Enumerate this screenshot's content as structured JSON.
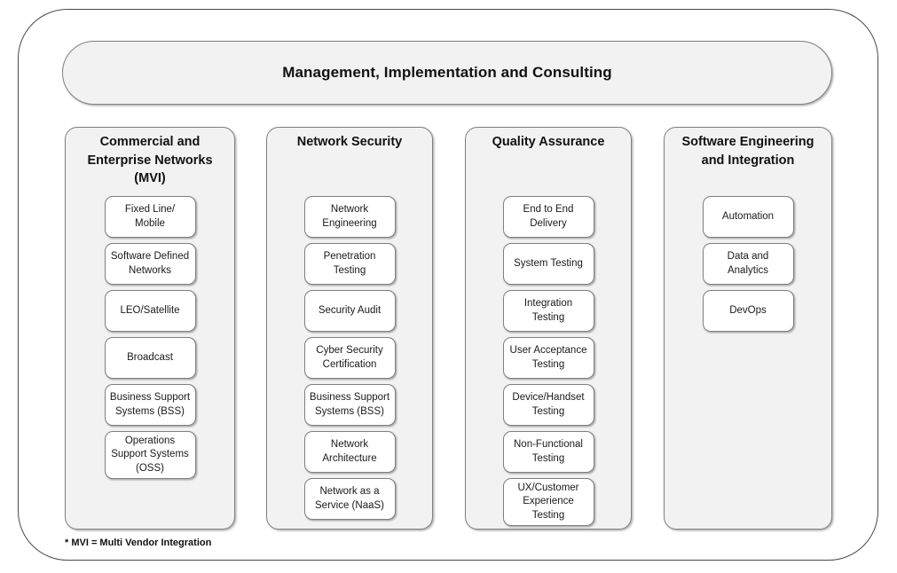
{
  "banner": {
    "title": "Management, Implementation and Consulting"
  },
  "footnote": {
    "text": "* MVI = Multi Vendor Integration"
  },
  "colors": {
    "frame_border": "#4a4a4a",
    "panel_border": "#7f7f7f",
    "panel_fill": "#f2f2f2",
    "card_fill": "#ffffff",
    "text": "#111111",
    "page_background": "#ffffff"
  },
  "columns": [
    {
      "title": "Commercial and Enterprise Networks (MVI)",
      "cards": [
        {
          "label": "Fixed Line/ Mobile"
        },
        {
          "label": "Software Defined Networks"
        },
        {
          "label": "LEO/Satellite"
        },
        {
          "label": "Broadcast"
        },
        {
          "label": "Business Support Systems (BSS)"
        },
        {
          "label": "Operations Support Systems (OSS)",
          "tall": true
        }
      ]
    },
    {
      "title": "Network Security",
      "cards": [
        {
          "label": "Network Engineering"
        },
        {
          "label": "Penetration Testing"
        },
        {
          "label": "Security Audit"
        },
        {
          "label": "Cyber Security Certification"
        },
        {
          "label": "Business Support Systems (BSS)"
        },
        {
          "label": "Network Architecture"
        },
        {
          "label": "Network as a Service (NaaS)"
        }
      ]
    },
    {
      "title": "Quality Assurance",
      "cards": [
        {
          "label": "End to End Delivery"
        },
        {
          "label": "System Testing"
        },
        {
          "label": "Integration Testing"
        },
        {
          "label": "User Acceptance Testing"
        },
        {
          "label": "Device/Handset Testing"
        },
        {
          "label": "Non-Functional Testing"
        },
        {
          "label": "UX/Customer Experience Testing",
          "tall": true
        }
      ]
    },
    {
      "title": "Software Engineering and Integration",
      "cards": [
        {
          "label": "Automation"
        },
        {
          "label": "Data and Analytics"
        },
        {
          "label": "DevOps"
        }
      ]
    }
  ]
}
